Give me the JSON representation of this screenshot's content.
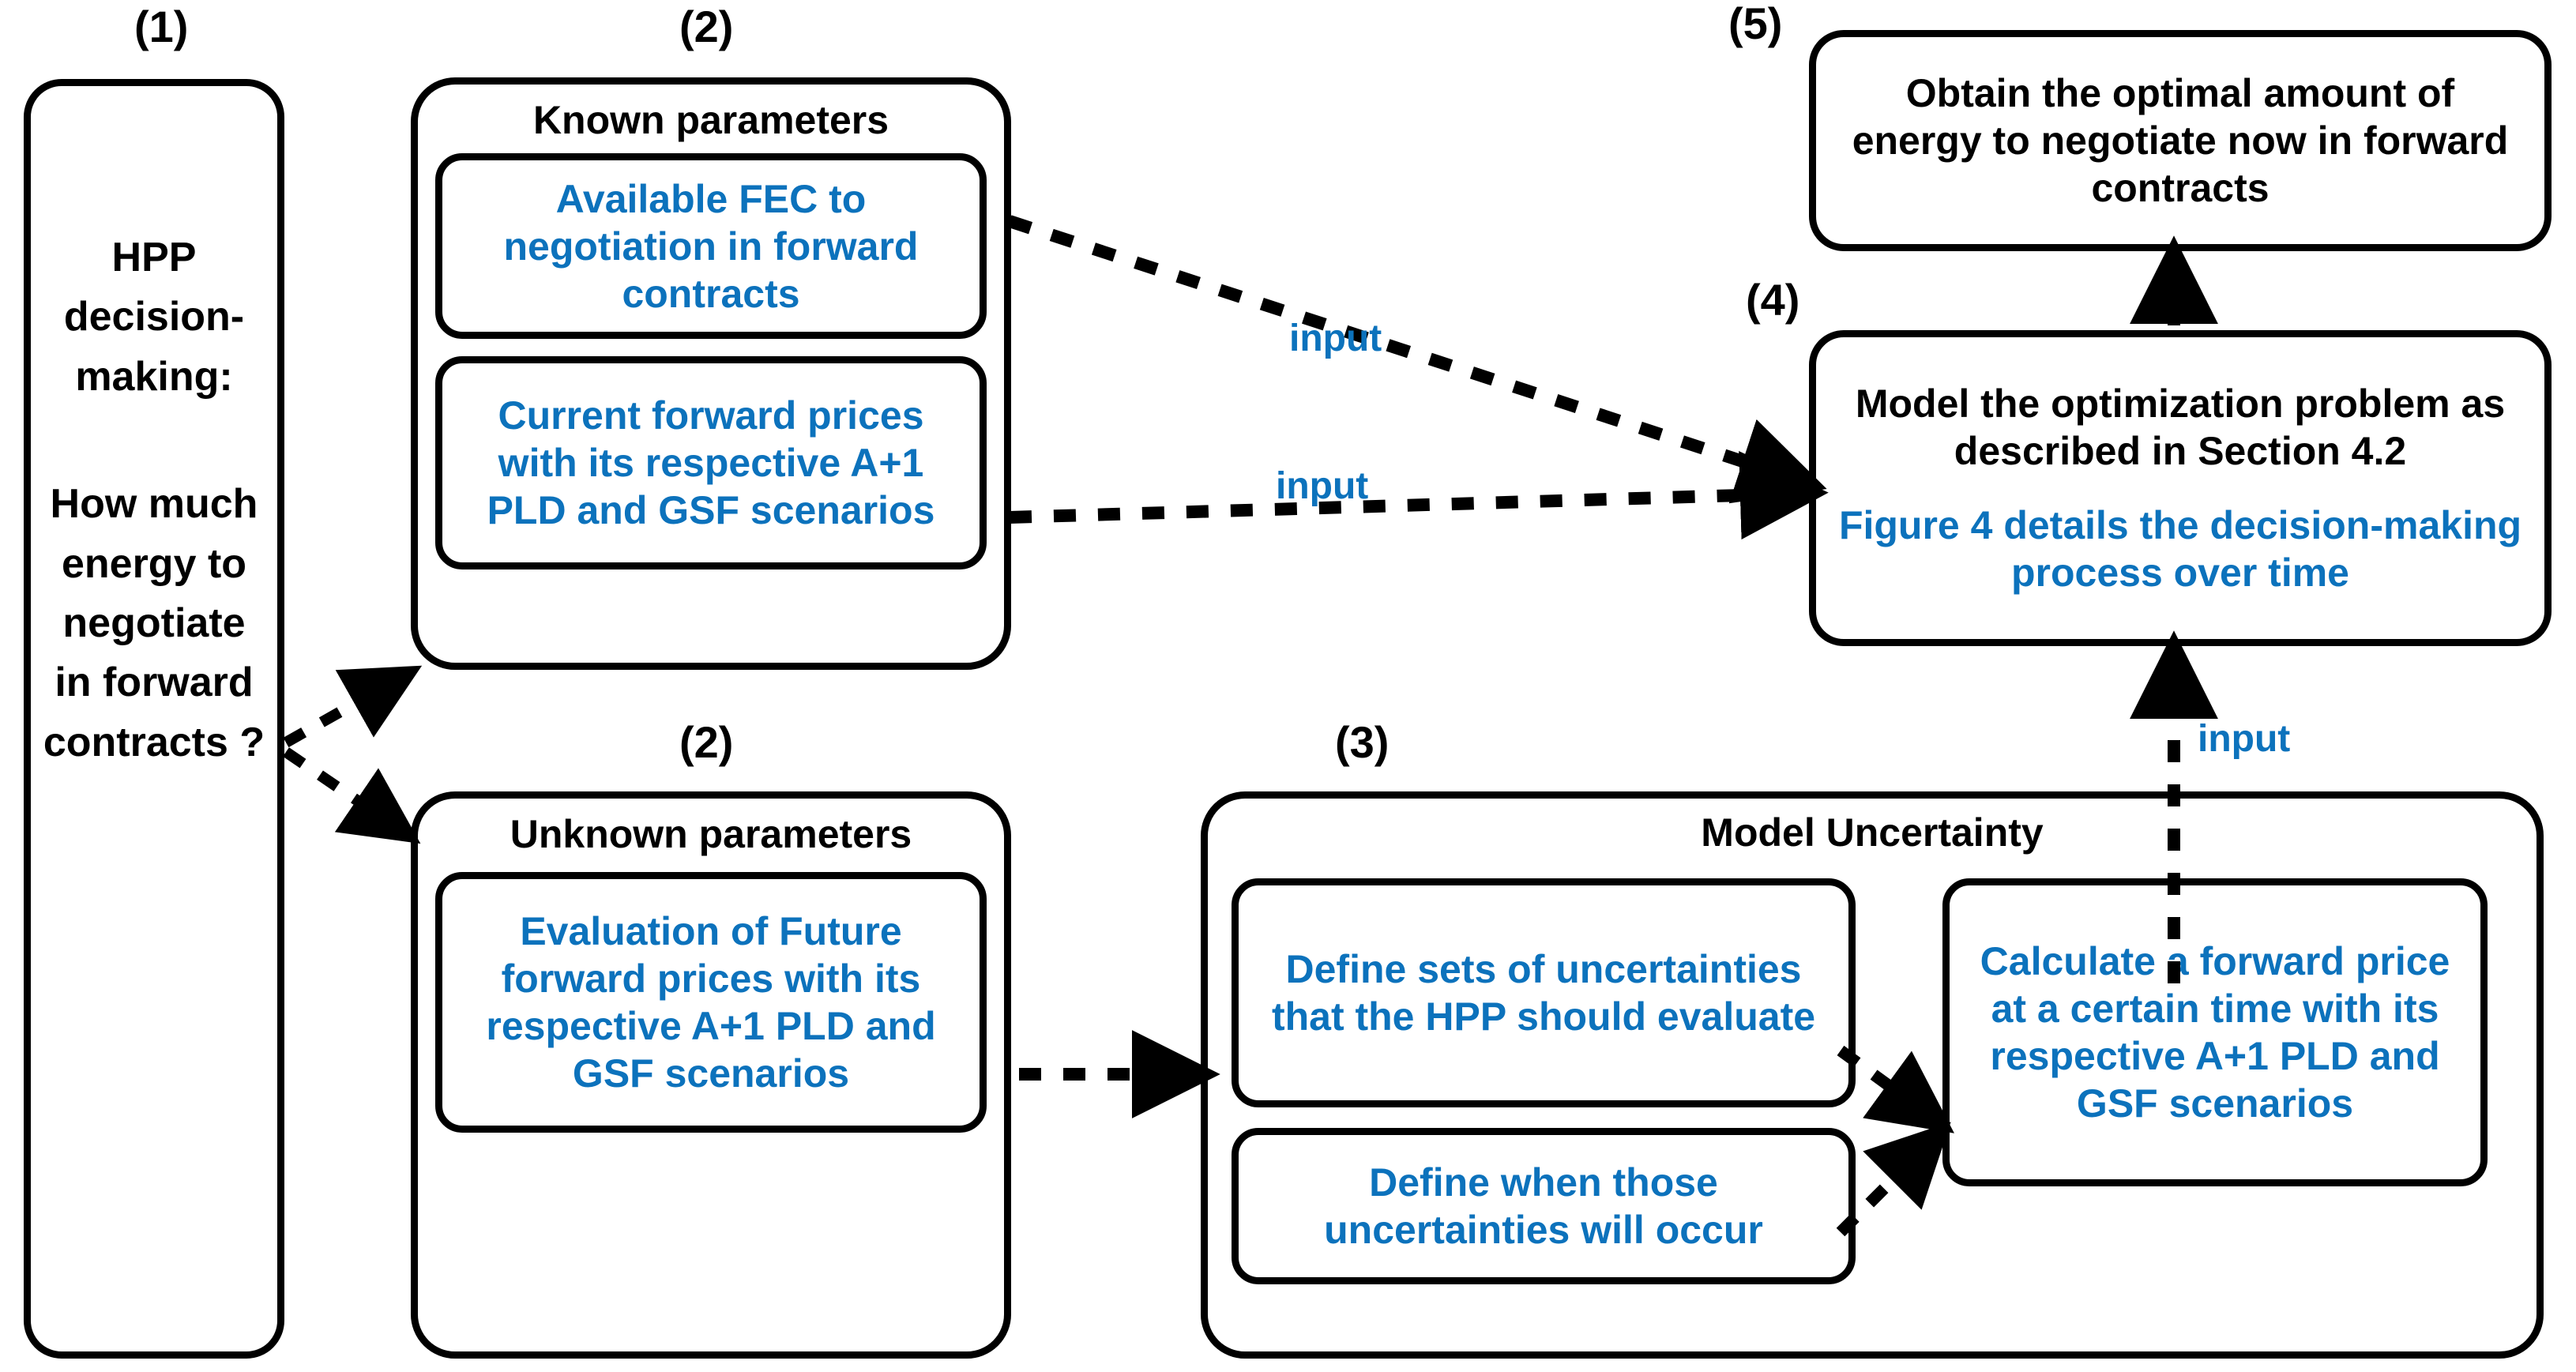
{
  "diagram": {
    "title": "HPP forward-contract decision-making flow",
    "accent_color": "#0C72BC",
    "line_color": "#000000",
    "background": "#FFFFFF"
  },
  "step_labels": {
    "one": "(1)",
    "two_known": "(2)",
    "two_unknown": "(2)",
    "three": "(3)",
    "four": "(4)",
    "five": "(5)"
  },
  "nodes": {
    "decision": {
      "id": "1",
      "line1": "HPP decision-making:",
      "line2": "How much energy to negotiate in forward contracts ?"
    },
    "known_parameters": {
      "id": "2",
      "title": "Known parameters",
      "items": [
        "Available FEC to negotiation in forward contracts",
        "Current forward prices with its respective A+1 PLD and GSF scenarios"
      ]
    },
    "unknown_parameters": {
      "id": "2",
      "title": "Unknown parameters",
      "items": [
        "Evaluation of Future forward prices with its respective A+1 PLD and GSF scenarios"
      ]
    },
    "model_uncertainty": {
      "id": "3",
      "title": "Model Uncertainty",
      "items": [
        "Define sets of uncertainties that the HPP should evaluate",
        "Define when those uncertainties will occur",
        "Calculate a forward price at a certain time with its respective A+1 PLD and GSF scenarios"
      ]
    },
    "optimization": {
      "id": "4",
      "heading": "Model the optimization problem as described in Section 4.2",
      "note": "Figure 4 details the decision-making process over time"
    },
    "result": {
      "id": "5",
      "heading": "Obtain the optimal amount of energy to negotiate now in forward contracts"
    }
  },
  "edge_labels": {
    "input_top": "input",
    "input_middle": "input",
    "input_vertical": "input"
  }
}
